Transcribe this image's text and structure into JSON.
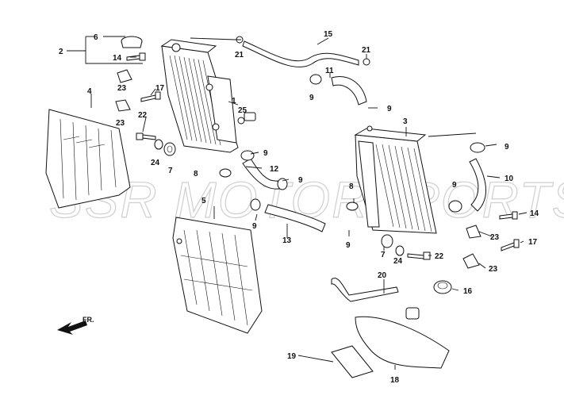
{
  "watermark": "SSR MOTORSPORTS",
  "direction_marker": "FR.",
  "callouts": [
    {
      "id": "c6",
      "label": "6"
    },
    {
      "id": "c2",
      "label": "2"
    },
    {
      "id": "c14a",
      "label": "14"
    },
    {
      "id": "c4",
      "label": "4"
    },
    {
      "id": "c23a",
      "label": "23"
    },
    {
      "id": "c17a",
      "label": "17"
    },
    {
      "id": "c23b",
      "label": "23"
    },
    {
      "id": "c22a",
      "label": "22"
    },
    {
      "id": "c24a",
      "label": "24"
    },
    {
      "id": "c7a",
      "label": "7"
    },
    {
      "id": "c8a",
      "label": "8"
    },
    {
      "id": "c1",
      "label": "1"
    },
    {
      "id": "c25",
      "label": "25"
    },
    {
      "id": "c21a",
      "label": "21"
    },
    {
      "id": "c15",
      "label": "15"
    },
    {
      "id": "c21b",
      "label": "21"
    },
    {
      "id": "c11",
      "label": "11"
    },
    {
      "id": "c9a",
      "label": "9"
    },
    {
      "id": "c9b",
      "label": "9"
    },
    {
      "id": "c9c",
      "label": "9"
    },
    {
      "id": "c12",
      "label": "12"
    },
    {
      "id": "c9d",
      "label": "9"
    },
    {
      "id": "c3",
      "label": "3"
    },
    {
      "id": "c9e",
      "label": "9"
    },
    {
      "id": "c10",
      "label": "10"
    },
    {
      "id": "c8b",
      "label": "8"
    },
    {
      "id": "c9f",
      "label": "9"
    },
    {
      "id": "c14b",
      "label": "14"
    },
    {
      "id": "c5",
      "label": "5"
    },
    {
      "id": "c9g",
      "label": "9"
    },
    {
      "id": "c13",
      "label": "13"
    },
    {
      "id": "c9h",
      "label": "9"
    },
    {
      "id": "c23c",
      "label": "23"
    },
    {
      "id": "c17b",
      "label": "17"
    },
    {
      "id": "c7b",
      "label": "7"
    },
    {
      "id": "c22b",
      "label": "22"
    },
    {
      "id": "c24b",
      "label": "24"
    },
    {
      "id": "c23d",
      "label": "23"
    },
    {
      "id": "c20",
      "label": "20"
    },
    {
      "id": "c16",
      "label": "16"
    },
    {
      "id": "c19",
      "label": "19"
    },
    {
      "id": "c18",
      "label": "18"
    }
  ]
}
